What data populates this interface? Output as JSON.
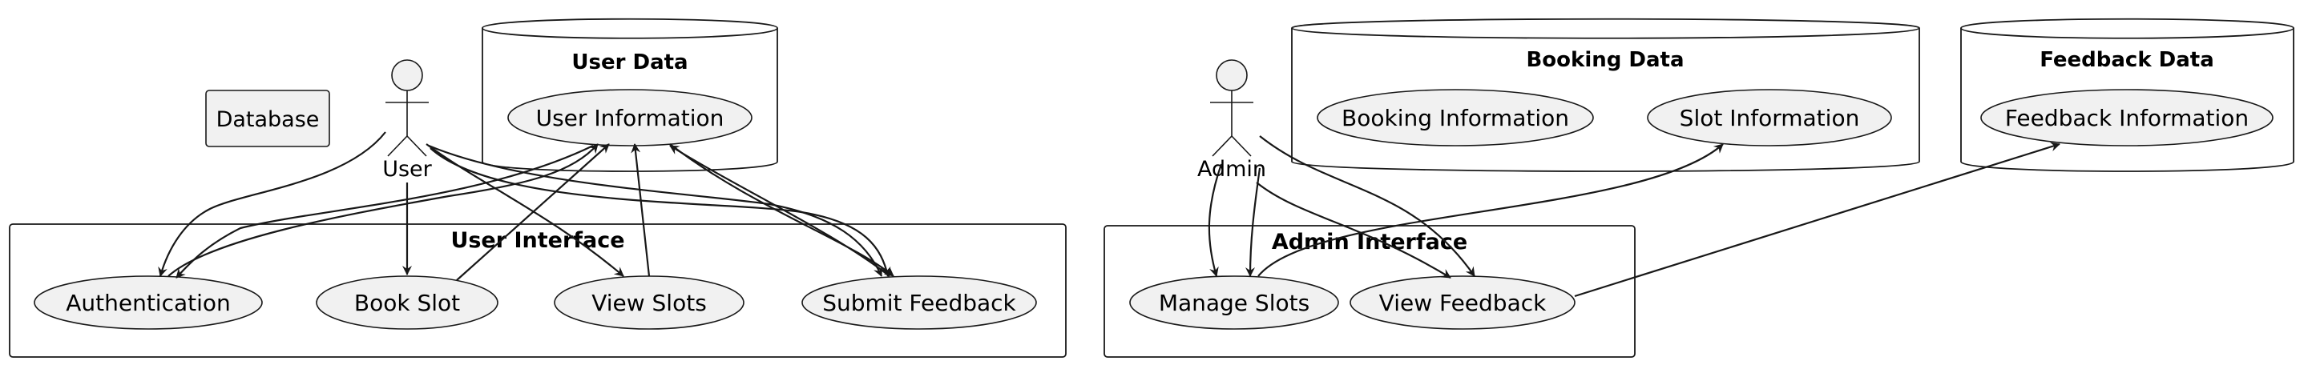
{
  "diagram": {
    "standalone_component": {
      "label": "Database"
    },
    "databases": {
      "user_data": {
        "label": "User Data",
        "items": [
          "User Information"
        ]
      },
      "booking_data": {
        "label": "Booking Data",
        "items": [
          "Booking Information",
          "Slot Information"
        ]
      },
      "feedback_data": {
        "label": "Feedback Data",
        "items": [
          "Feedback Information"
        ]
      }
    },
    "actors": {
      "user": {
        "label": "User"
      },
      "admin": {
        "label": "Admin"
      }
    },
    "packages": {
      "user_interface": {
        "label": "User Interface",
        "use_cases": [
          "Authentication",
          "Book Slot",
          "View Slots",
          "Submit Feedback"
        ]
      },
      "admin_interface": {
        "label": "Admin Interface",
        "use_cases": [
          "Manage Slots",
          "View Feedback"
        ]
      }
    }
  }
}
